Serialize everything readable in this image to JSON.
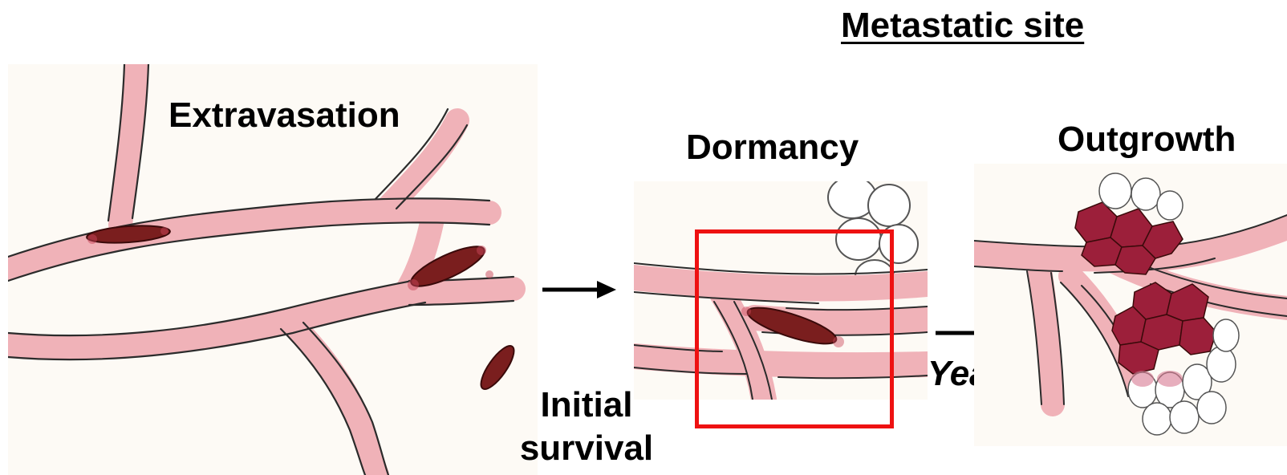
{
  "title": "Metastatic site",
  "stages": {
    "extravasation": "Extravasation",
    "initial_survival_line1": "Initial",
    "initial_survival_line2": "survival",
    "dormancy": "Dormancy",
    "outgrowth": "Outgrowth"
  },
  "time_label": "Years",
  "colors": {
    "vessel_fill": "#f0b2b8",
    "vessel_outline": "#2b2b2b",
    "tumor_cell": "#7a1e1e",
    "tumor_cluster": "#9c1f3a",
    "highlight_box": "#ee1111",
    "tissue_cell_outline": "#555555"
  },
  "icons": [
    "blood-vessel-icon",
    "tumor-cell-icon",
    "tissue-cell-icon",
    "arrow-right-icon"
  ]
}
